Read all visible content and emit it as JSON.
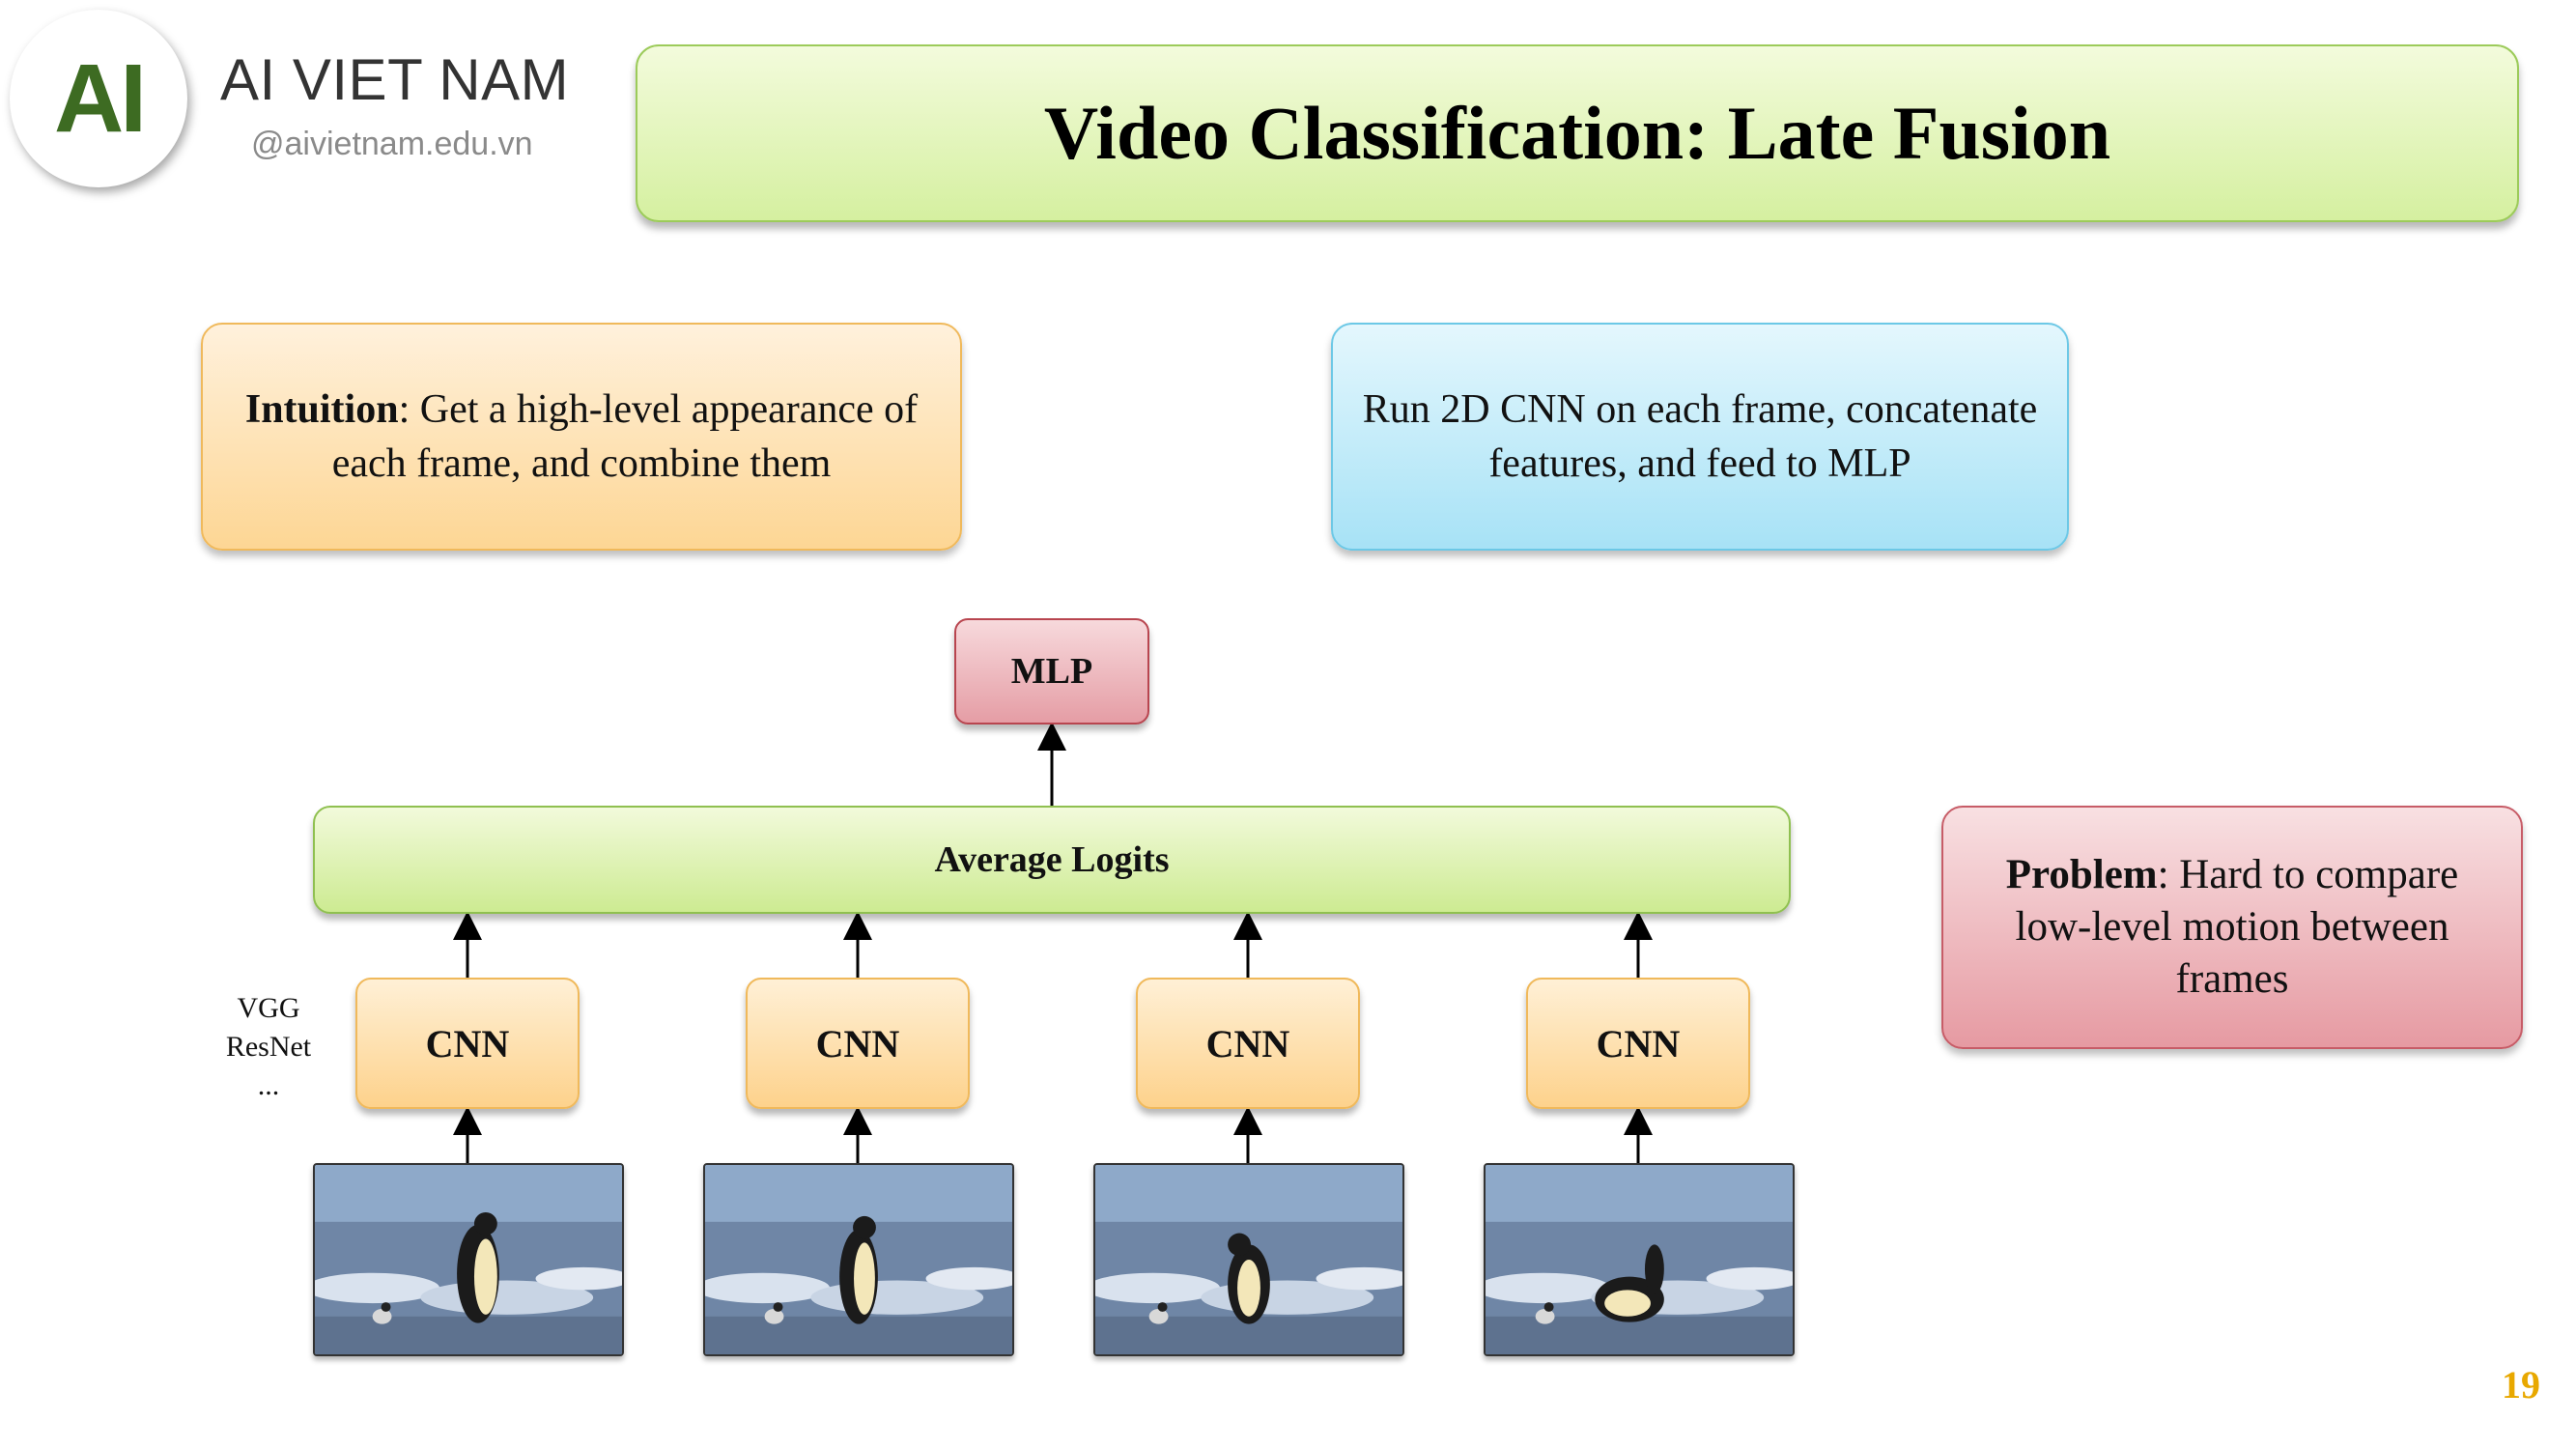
{
  "brand": {
    "logo_text": "AI",
    "name": "AI VIET NAM",
    "url": "@aivietnam.edu.vn"
  },
  "title": "Video Classification: Late Fusion",
  "intuition": {
    "lead": "Intuition",
    "text": ": Get a high-level appearance of each frame, and combine them"
  },
  "method": {
    "text": "Run 2D CNN on each frame, concatenate features, and feed to MLP"
  },
  "problem": {
    "lead": "Problem",
    "text": ": Hard to compare low-level motion between frames"
  },
  "diagram": {
    "mlp_label": "MLP",
    "average_label": "Average Logits",
    "cnn_labels": [
      "CNN",
      "CNN",
      "CNN",
      "CNN"
    ],
    "backbone_examples": [
      "VGG",
      "ResNet",
      "..."
    ],
    "frame_count": 4
  },
  "page_number": "19",
  "colors": {
    "brand_green": "#3d6b22",
    "title_banner": "#d5f0a0",
    "intuition_box": "#fdd694",
    "method_box": "#a7e2f6",
    "problem_box": "#e69aa2",
    "mlp_box": "#e59da5",
    "cnn_box": "#fdd28c",
    "page_number": "#e8a800"
  }
}
